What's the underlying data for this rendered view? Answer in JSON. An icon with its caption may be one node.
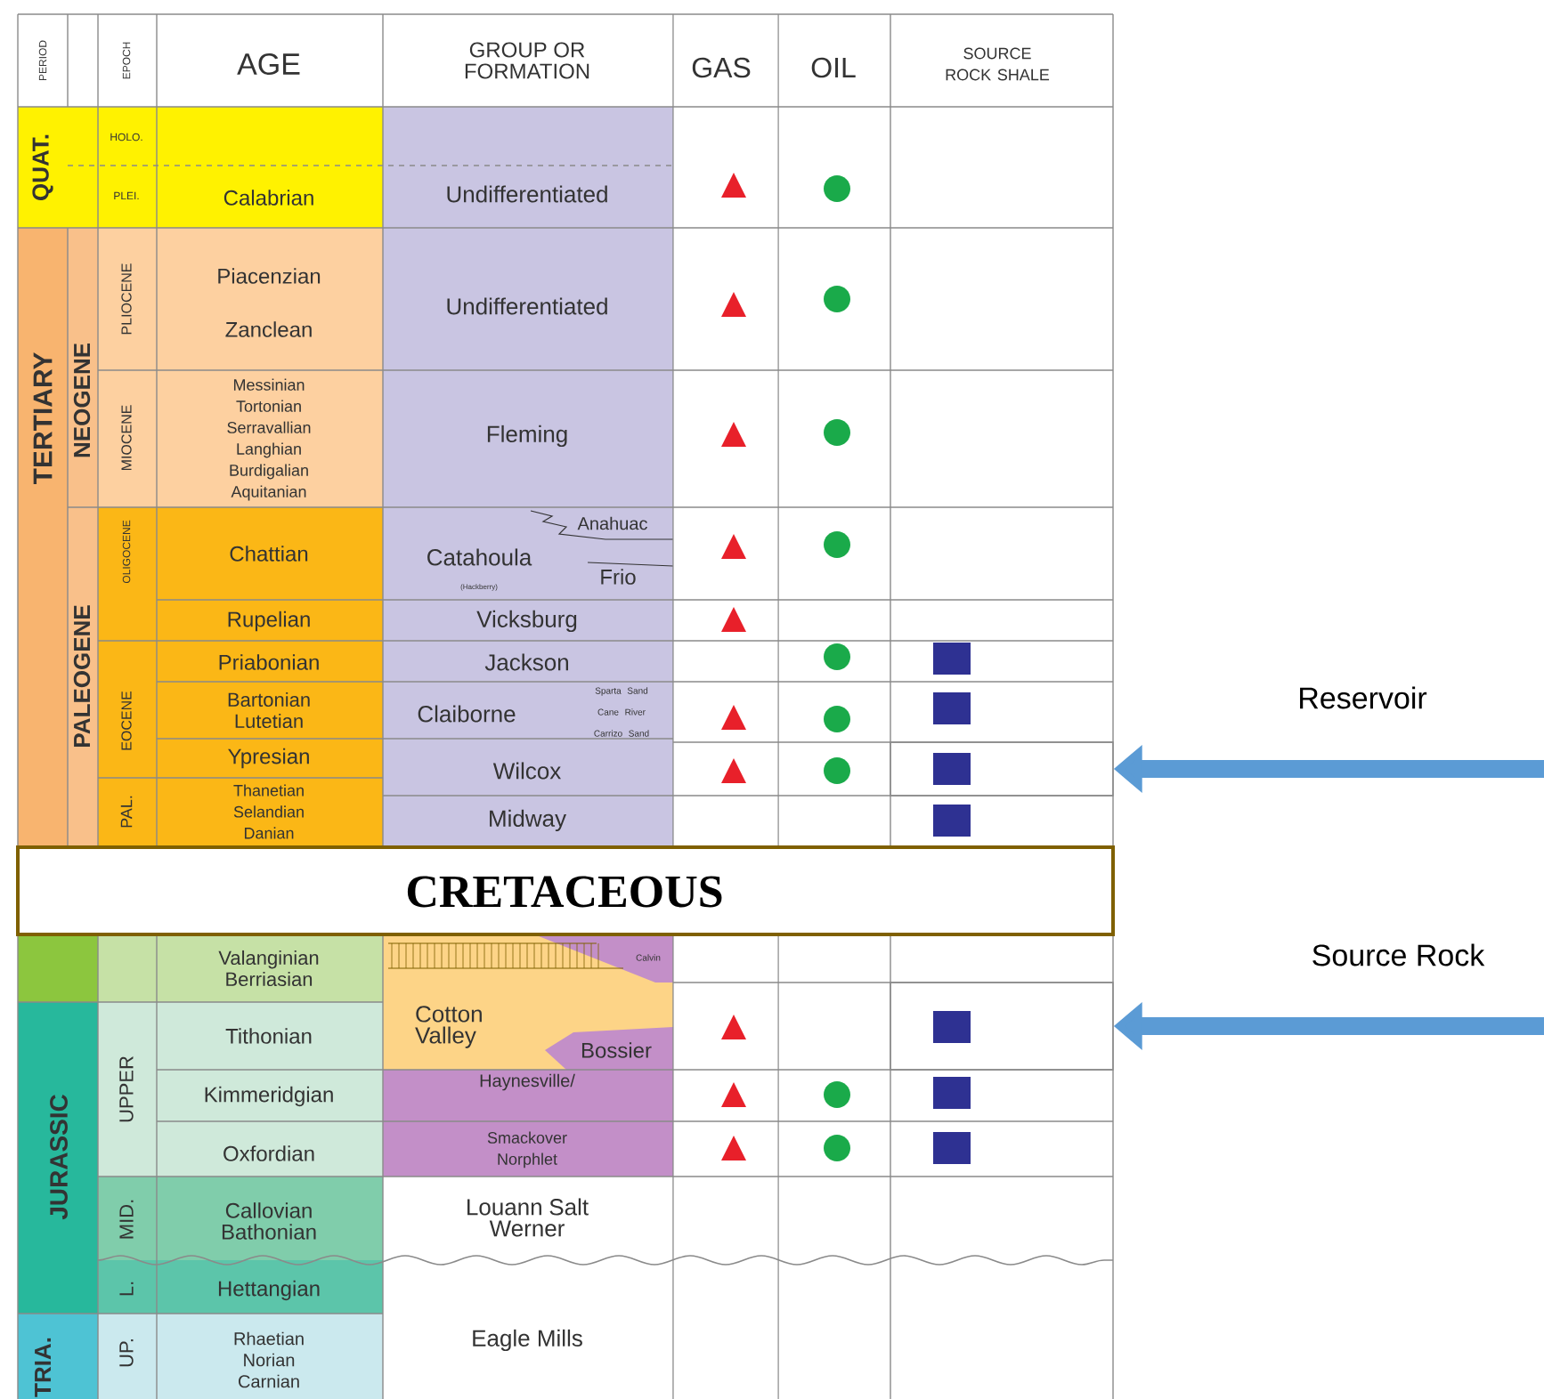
{
  "diagram": {
    "nodes": [
      {
        "text": [],
        "shape": "box"
      },
      {
        "text": [],
        "shape": "box"
      }
    ],
    "edges": [
      {
        "from": null,
        "to": 0,
        "arrow": "to",
        "label": "Reservoir"
      },
      {
        "from": null,
        "to": 1,
        "arrow": "to",
        "label": "Source Rock"
      }
    ],
    "labels": [
      "PERIOD",
      "EPOCH",
      "AGE",
      "GROUP OR FORMATION",
      "GAS",
      "OIL",
      "SOURCE ROCK SHALE",
      "QUAT.",
      "HOLO.",
      "PLEI.",
      "Calabrian",
      "Undifferentiated",
      "TERTIARY",
      "NEOGENE",
      "PLIOCENE",
      "Piacenzian",
      "Zanclean",
      "Undifferentiated",
      "MIOCENE",
      "Messinian Tortonian Serravallian Langhian Burdigalian Aquitanian",
      "Fleming",
      "PALEOGENE",
      "OLIGOCENE",
      "Chattian",
      "Catahoula",
      "Anahuac",
      "(Hackberry)",
      "Frio",
      "Rupelian",
      "Vicksburg",
      "EOCENE",
      "Priabonian",
      "Jackson",
      "Bartonian Lutetian",
      "Claiborne",
      "Sparta Sand Cane River Carrizo Sand",
      "Ypresian",
      "Wilcox",
      "PAL.",
      "Thanetian Selandian Danian",
      "Midway",
      "CRETACEOUS",
      "Valanginian Berriasian",
      "Calvin",
      "Cotton Valley",
      "Bossier",
      "JURASSIC",
      "UPPER",
      "Tithonian",
      "Kimmeridgian",
      "Haynesville/",
      "Oxfordian",
      "Smackover Norphlet",
      "MID.",
      "Callovian Bathonian",
      "Louann Salt Werner",
      "L.",
      "Hettangian",
      "TRIA.",
      "UP.",
      "Rhaetian Norian Carnian",
      "Eagle Mills"
    ]
  }
}
